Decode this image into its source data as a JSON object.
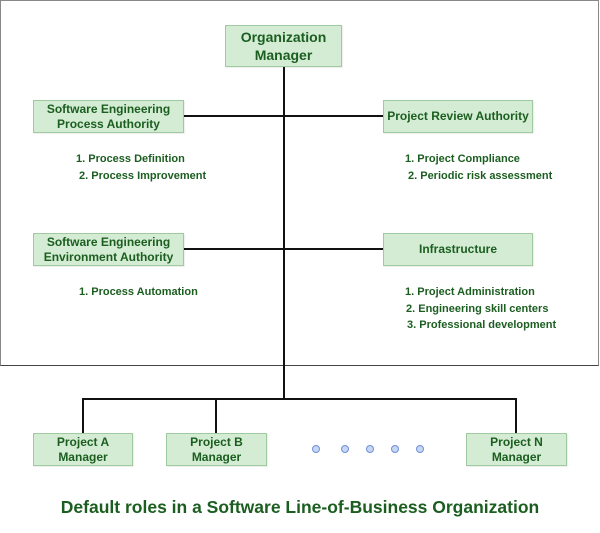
{
  "org_manager": "Organization\nManager",
  "left_boxes": [
    {
      "label": "Software Engineering\nProcess Authority",
      "items": [
        "1. Process Definition",
        "2. Process Improvement"
      ]
    },
    {
      "label": "Software Engineering\nEnvironment Authority",
      "items": [
        "1. Process Automation"
      ]
    }
  ],
  "right_boxes": [
    {
      "label": "Project Review Authority",
      "items": [
        "1. Project Compliance",
        "2. Periodic risk assessment"
      ]
    },
    {
      "label": "Infrastructure",
      "items": [
        "1. Project Administration",
        "2. Engineering skill centers",
        "3. Professional development"
      ]
    }
  ],
  "project_managers": [
    "Project A\nManager",
    "Project B\nManager",
    "Project N\nManager"
  ],
  "ellipsis_dot_count": 5,
  "caption": "Default roles in a Software Line-of-Business Organization",
  "colors": {
    "box_fill": "#d4ecd4",
    "box_border": "#9fc99f",
    "text": "#1b5e20",
    "connector": "#111111",
    "dot_fill": "#c8d6f5",
    "dot_border": "#6f8fd8"
  }
}
